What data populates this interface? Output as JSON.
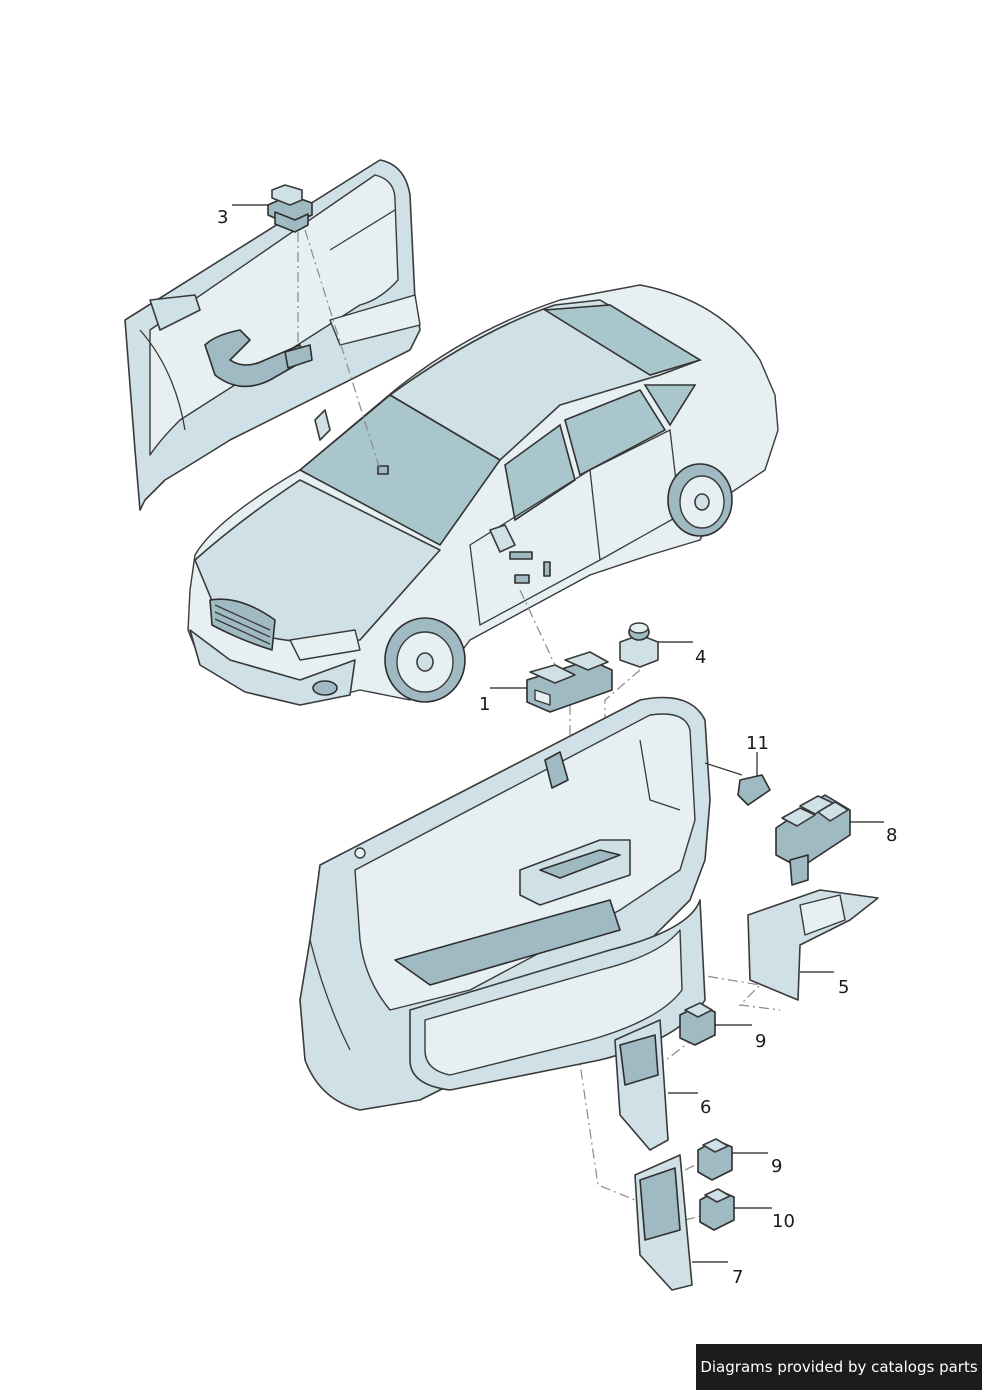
{
  "callouts": [
    {
      "id": "3",
      "text": "3"
    },
    {
      "id": "4",
      "text": "4"
    },
    {
      "id": "1",
      "text": "1"
    },
    {
      "id": "11",
      "text": "11"
    },
    {
      "id": "8",
      "text": "8"
    },
    {
      "id": "5",
      "text": "5"
    },
    {
      "id": "9a",
      "text": "9"
    },
    {
      "id": "6",
      "text": "6"
    },
    {
      "id": "9b",
      "text": "9"
    },
    {
      "id": "10",
      "text": "10"
    },
    {
      "id": "7",
      "text": "7"
    }
  ],
  "footer": {
    "text": "Diagrams provided by catalogs parts"
  },
  "colors": {
    "part_fill": "#cfe1e6",
    "part_dark": "#9fbac3",
    "outline": "#3a3a3a",
    "badge_bg": "#1c1c1c"
  }
}
